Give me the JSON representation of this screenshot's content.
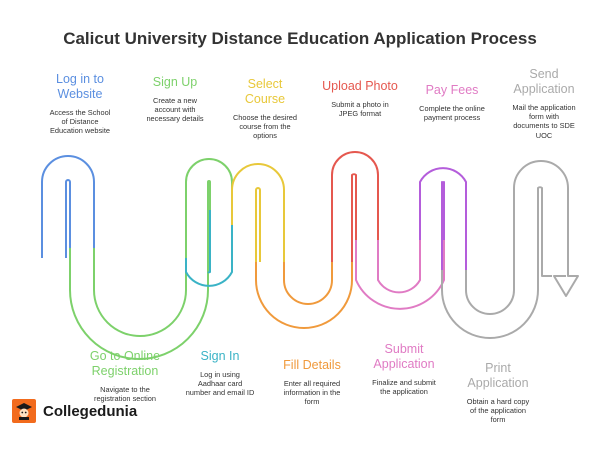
{
  "title": "Calicut University Distance Education Application Process",
  "colors": {
    "blue": "#5b8fe0",
    "green": "#7dd16b",
    "teal": "#3ab3c6",
    "yellow": "#e8c83a",
    "orange": "#f09a3c",
    "red": "#e5584f",
    "pink": "#e07bc4",
    "purple": "#b45ddb",
    "gray": "#aaaaaa"
  },
  "steps": [
    {
      "title": "Log in to\nWebsite",
      "desc": "Access the School\nof Distance\nEducation website",
      "color": "#5b8fe0"
    },
    {
      "title": "Go to Online\nRegistration",
      "desc": "Navigate to the\nregistration section",
      "color": "#7dd16b"
    },
    {
      "title": "Sign Up",
      "desc": "Create a new\naccount with\nnecessary details",
      "color": "#7dd16b"
    },
    {
      "title": "Sign In",
      "desc": "Log in using\nAadhaar card\nnumber and email ID",
      "color": "#3ab3c6"
    },
    {
      "title": "Select\nCourse",
      "desc": "Choose the desired\ncourse from the\noptions",
      "color": "#e8c83a"
    },
    {
      "title": "Fill Details",
      "desc": "Enter all required\ninformation in the\nform",
      "color": "#f09a3c"
    },
    {
      "title": "Upload Photo",
      "desc": "Submit a photo in\nJPEG format",
      "color": "#e5584f"
    },
    {
      "title": "Submit\nApplication",
      "desc": "Finalize and submit\nthe application",
      "color": "#e07bc4"
    },
    {
      "title": "Pay Fees",
      "desc": "Complete the online\npayment process",
      "color": "#e07bc4"
    },
    {
      "title": "Print\nApplication",
      "desc": "Obtain a hard copy\nof the application\nform",
      "color": "#aaaaaa"
    },
    {
      "title": "Send\nApplication",
      "desc": "Mail the application\nform with\ndocuments to SDE\nUOC",
      "color": "#aaaaaa"
    }
  ],
  "brand": {
    "name": "Collegedunia"
  }
}
